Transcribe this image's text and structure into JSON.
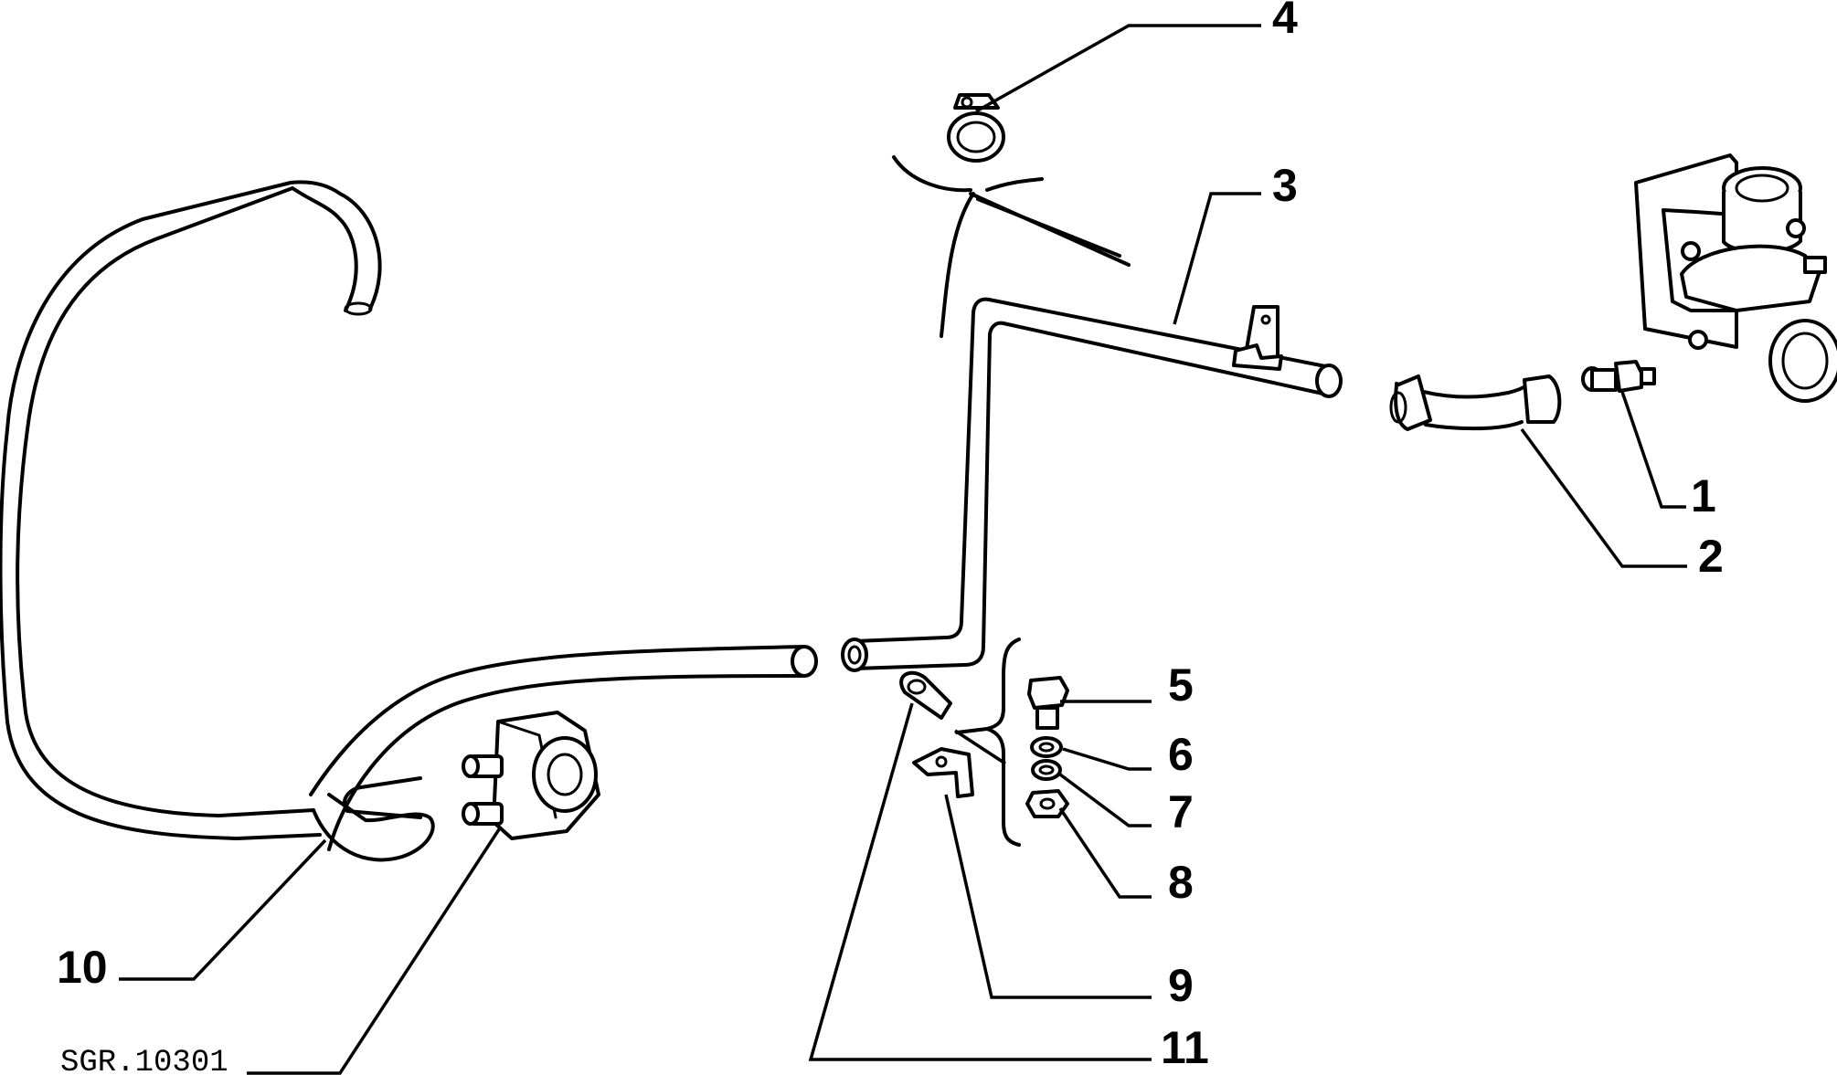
{
  "diagram_code": "SGR.10301",
  "callouts": [
    {
      "id": "1",
      "text": "1"
    },
    {
      "id": "2",
      "text": "2"
    },
    {
      "id": "3",
      "text": "3"
    },
    {
      "id": "4",
      "text": "4"
    },
    {
      "id": "5",
      "text": "5"
    },
    {
      "id": "6",
      "text": "6"
    },
    {
      "id": "7",
      "text": "7"
    },
    {
      "id": "8",
      "text": "8"
    },
    {
      "id": "9",
      "text": "9"
    },
    {
      "id": "10",
      "text": "10"
    },
    {
      "id": "11",
      "text": "11"
    }
  ]
}
